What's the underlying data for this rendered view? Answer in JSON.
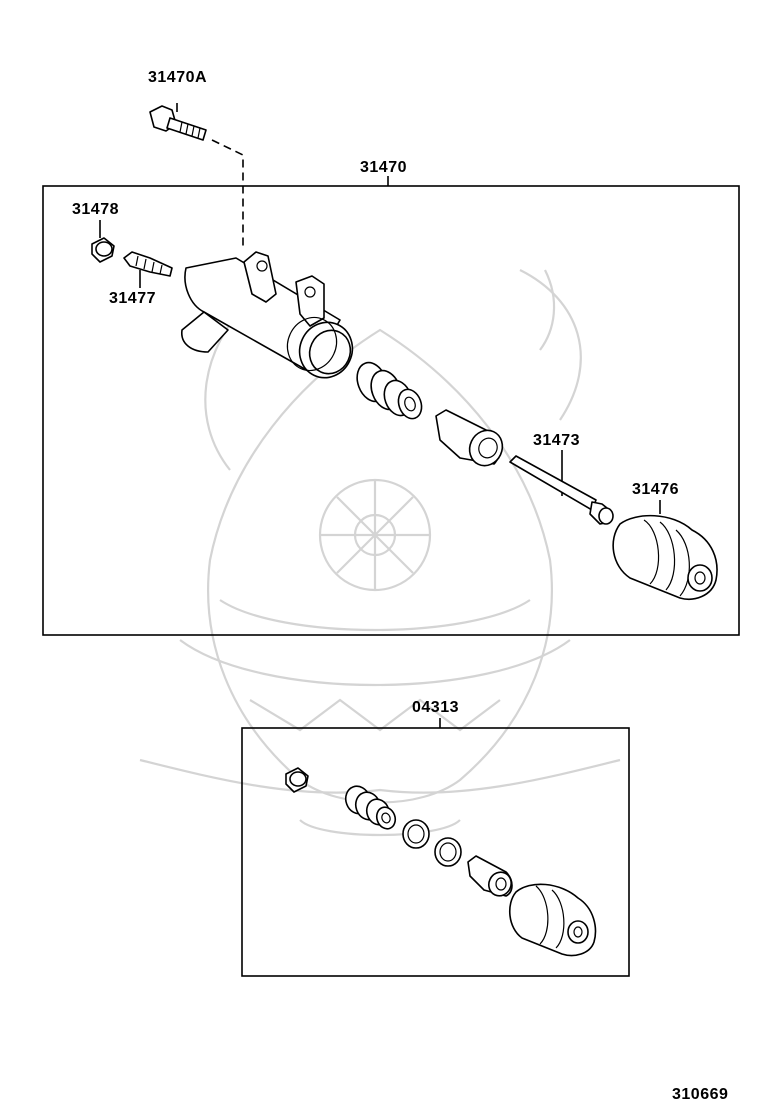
{
  "diagram": {
    "assembly_label": "31470",
    "bolt_label": "31470A",
    "bleeder_cap_label": "31478",
    "bleeder_plug_label": "31477",
    "push_rod_label": "31473",
    "boot_label": "31476",
    "repair_kit_label": "04313",
    "figure_number": "310669",
    "colors": {
      "line": "#000000",
      "watermark": "#d4d4d4",
      "background": "#ffffff"
    }
  }
}
